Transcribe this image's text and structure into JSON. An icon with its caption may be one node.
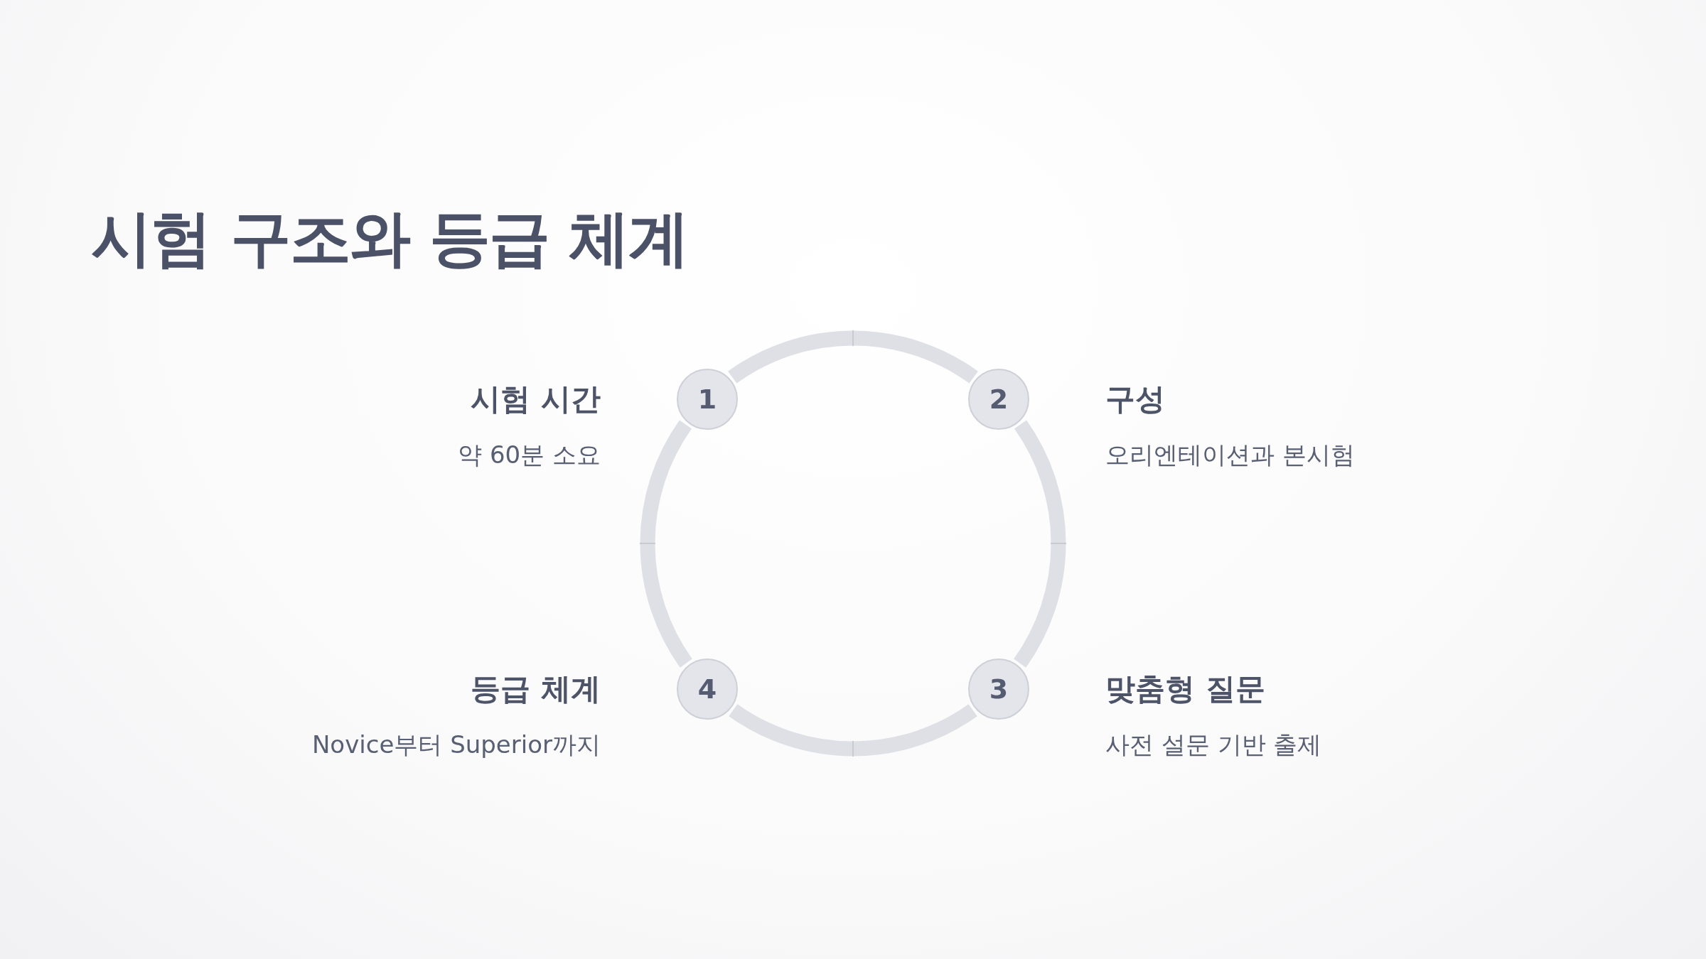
{
  "diagram": {
    "title": "시험 구조와 등급 체계",
    "nodes": [
      {
        "text": [
          "1"
        ],
        "beside": [
          "시험 시간",
          "약 60분 소요"
        ]
      },
      {
        "text": [
          "2"
        ],
        "beside": [
          "구성",
          "오리엔테이션과 본시험"
        ]
      },
      {
        "text": [
          "3"
        ],
        "beside": [
          "맞춤형 질문",
          "사전 설문 기반 출제"
        ]
      },
      {
        "text": [
          "4"
        ],
        "beside": [
          "등급 체계",
          "Novice부터 Superior까지"
        ]
      }
    ],
    "edges": [
      {
        "from": 0,
        "to": 1,
        "arrow": "none"
      },
      {
        "from": 1,
        "to": 2,
        "arrow": "none"
      },
      {
        "from": 2,
        "to": 3,
        "arrow": "none"
      },
      {
        "from": 3,
        "to": 0,
        "arrow": "none"
      }
    ]
  }
}
